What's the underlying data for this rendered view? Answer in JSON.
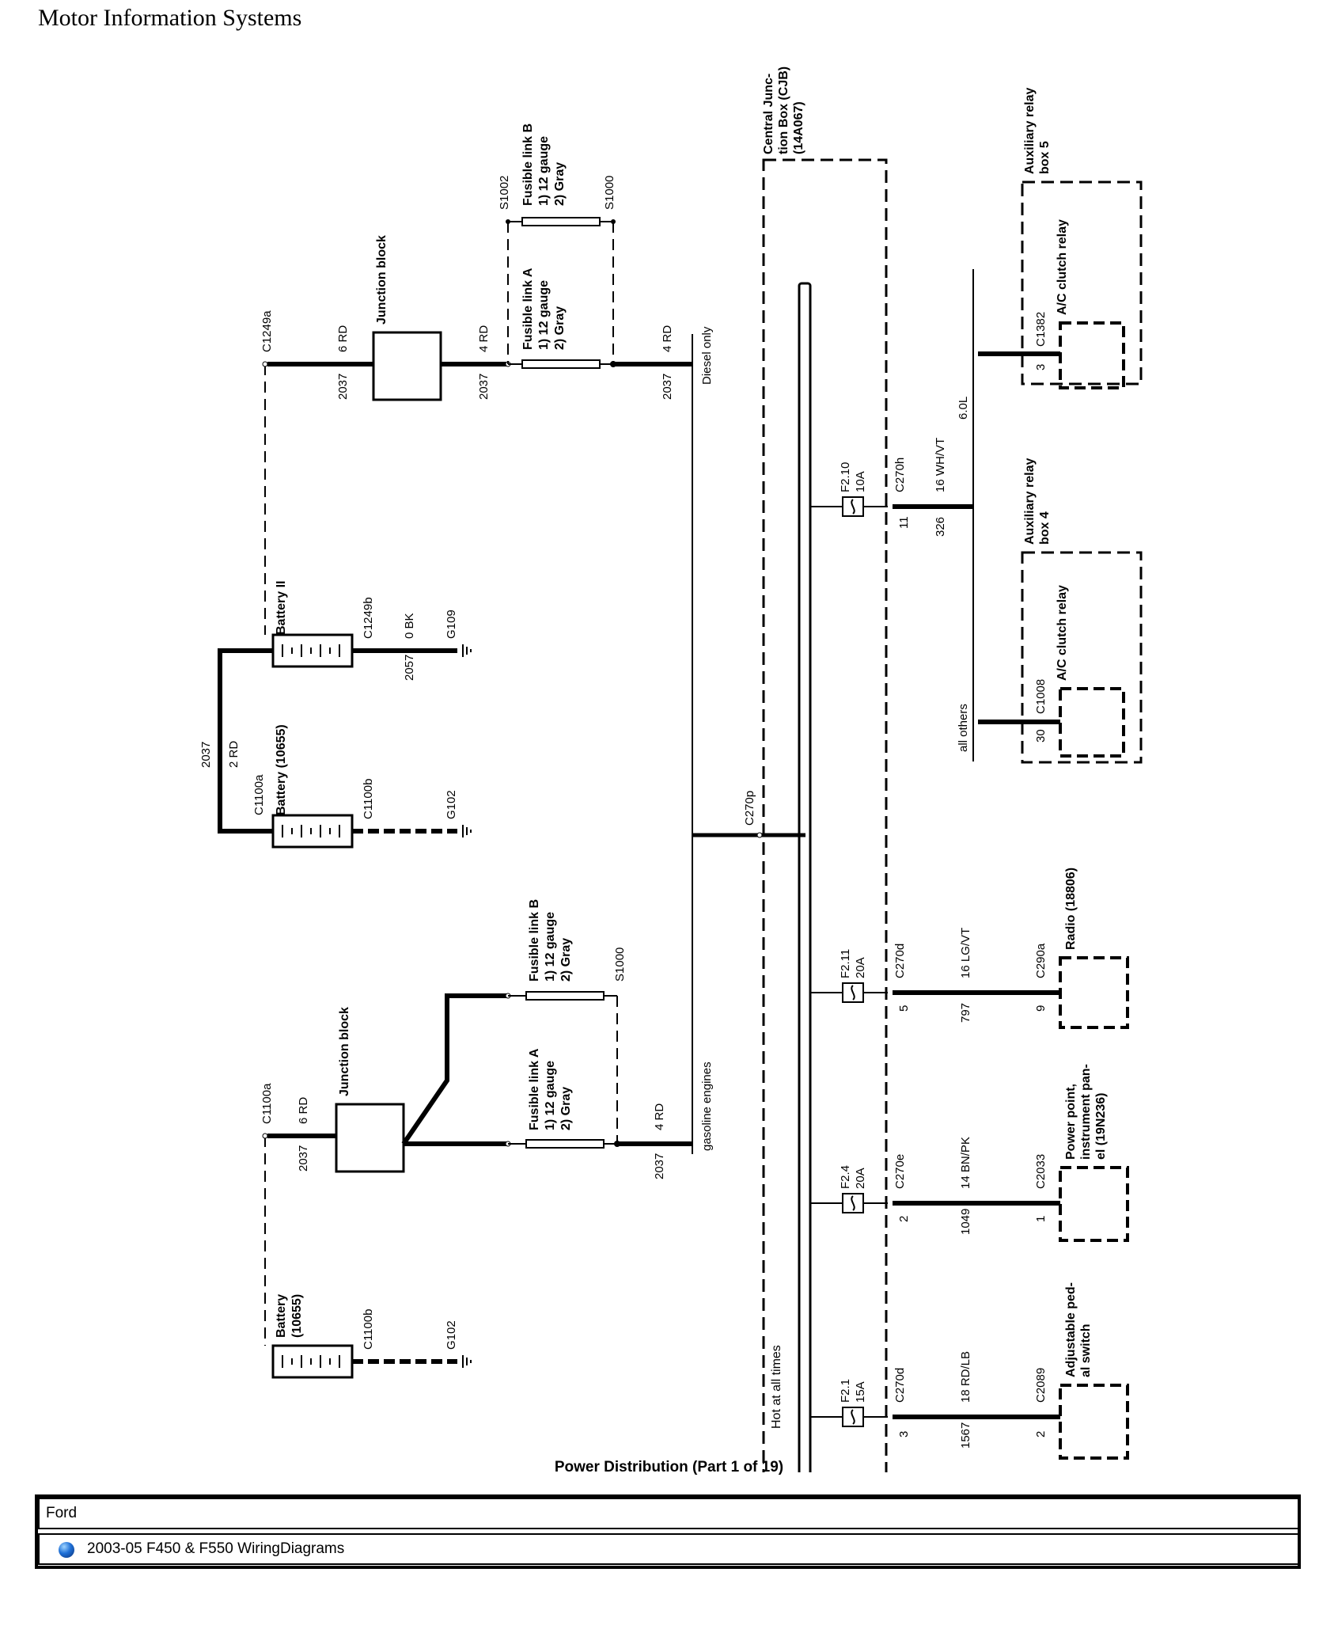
{
  "site_title": "Motor Information Systems",
  "caption": "Power Distribution (Part 1 of 19)",
  "footer": {
    "make": "Ford",
    "document": "2003-05 F450 & F550 WiringDiagrams"
  },
  "diagram": {
    "cjb_title": [
      "Central Junc-",
      "tion Box (CJB)",
      "(14A067)"
    ],
    "hot_label": "Hot at all times",
    "c270p": "C270p",
    "diesel_only": "Diesel only",
    "gasoline_engines": "gasoline engines",
    "all_others": "all others",
    "engine_6l": "6.0L",
    "fuses": [
      {
        "id": "F2.1",
        "amps": "15A",
        "connector": "C270d",
        "pin": "3",
        "circuit": "1567",
        "wire": "18 RD/LB",
        "dest_conn": "C2089",
        "dest_pin": "2",
        "dest": [
          "Adjustable ped-",
          "al switch"
        ]
      },
      {
        "id": "F2.4",
        "amps": "20A",
        "connector": "C270e",
        "pin": "2",
        "circuit": "1049",
        "wire": "14 BN/PK",
        "dest_conn": "C2033",
        "dest_pin": "1",
        "dest": [
          "Power point,",
          "instrument pan-",
          "el (19N236)"
        ]
      },
      {
        "id": "F2.11",
        "amps": "20A",
        "connector": "C270d",
        "pin": "5",
        "circuit": "797",
        "wire": "16 LG/VT",
        "dest_conn": "C290a",
        "dest_pin": "9",
        "dest": [
          "Radio (18806)"
        ]
      },
      {
        "id": "F2.10",
        "amps": "10A",
        "connector": "C270h",
        "pin": "11",
        "circuit": "326",
        "wire": "16 WH/VT"
      }
    ],
    "relay_box4": {
      "title": [
        "Auxiliary relay",
        "box 4"
      ],
      "relay": "A/C clutch relay",
      "conn": "C1008",
      "pin": "30"
    },
    "relay_box5": {
      "title": [
        "Auxiliary relay",
        "box 5"
      ],
      "relay": "A/C clutch relay",
      "conn": "C1382",
      "pin": "3"
    },
    "gas": {
      "battery": [
        "Battery",
        "(10655)"
      ],
      "battery_conn": "C1100b",
      "ground": "G102",
      "jb_conn": "C1100a",
      "circuit": "2037",
      "wire": "6 RD",
      "junction_block": "Junction block",
      "link_a": [
        "Fusible link A",
        "1)   12 gauge",
        "2)   Gray"
      ],
      "link_b": [
        "Fusible link B",
        "1)   12 gauge",
        "2)   Gray"
      ],
      "splice": "S1000",
      "out_circuit": "2037",
      "out_wire": "4 RD"
    },
    "diesel": {
      "battery1": "Battery (10655)",
      "battery1_conn_top": "C1100a",
      "battery1_conn": "C1100b",
      "ground1": "G102",
      "link_circuit": "2037",
      "link_wire": "2 RD",
      "battery2": "Battery II",
      "battery2_conn": "C1249b",
      "ground2_circuit": "2057",
      "ground2_wire": "0 BK",
      "ground2": "G109",
      "jb_conn": "C1249a",
      "circuit": "2037",
      "wire": "6 RD",
      "junction_block": "Junction block",
      "jb_out_circuit": "2037",
      "jb_out_wire": "4 RD",
      "splice_a": "S1002",
      "splice_b": "S1000",
      "link_a": [
        "Fusible link A",
        "1)   12 gauge",
        "2)   Gray"
      ],
      "link_b": [
        "Fusible link B",
        "1)   12 gauge",
        "2)   Gray"
      ],
      "out_circuit": "2037",
      "out_wire": "4 RD"
    }
  }
}
